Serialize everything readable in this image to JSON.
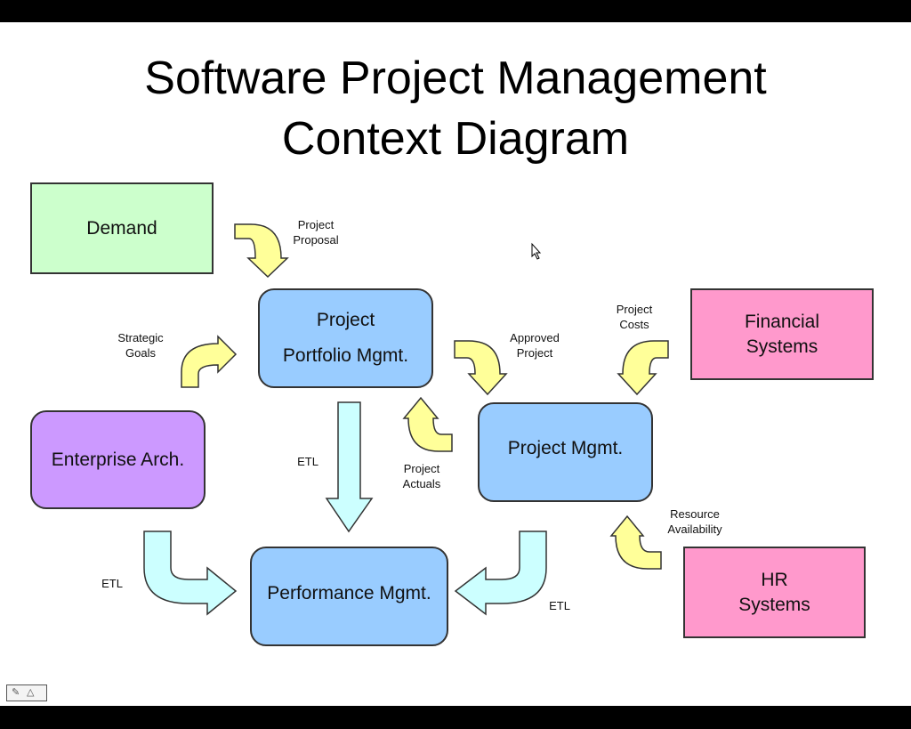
{
  "title_line1": "Software Project Management",
  "title_line2": "Context Diagram",
  "boxes": {
    "demand": "Demand",
    "ppm_line1": "Project",
    "ppm_line2": "Portfolio Mgmt.",
    "financial_line1": "Financial",
    "financial_line2": "Systems",
    "enterprise": "Enterprise Arch.",
    "project_mgmt": "Project Mgmt.",
    "performance": "Performance Mgmt.",
    "hr_line1": "HR",
    "hr_line2": "Systems"
  },
  "labels": {
    "project_proposal": [
      "Project",
      "Proposal"
    ],
    "strategic_goals": [
      "Strategic",
      "Goals"
    ],
    "approved_project": [
      "Approved",
      "Project"
    ],
    "project_costs": [
      "Project",
      "Costs"
    ],
    "project_actuals": [
      "Project",
      "Actuals"
    ],
    "resource_availability": [
      "Resource",
      "Availability"
    ],
    "etl_center": "ETL",
    "etl_left": "ETL",
    "etl_right": "ETL"
  },
  "colors": {
    "demand": "#ccffcc",
    "process": "#99ccff",
    "external": "#ff99cc",
    "enterprise": "#cc99ff",
    "flow_arrow": "#ffff99",
    "etl_arrow": "#ccffff"
  },
  "toolbar": {
    "icons": [
      "pen-icon",
      "triangle-icon"
    ]
  }
}
